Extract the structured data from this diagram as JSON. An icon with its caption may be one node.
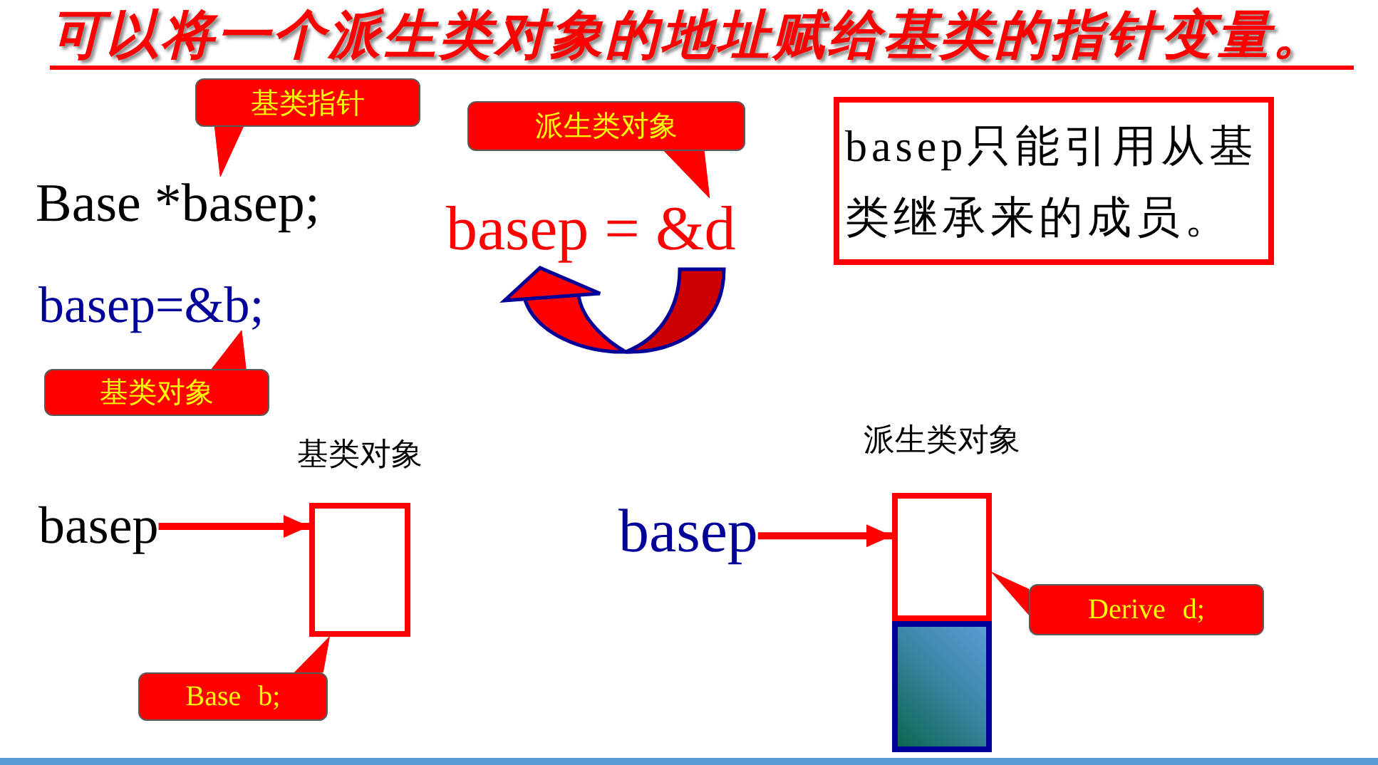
{
  "diagram": {
    "title": "可以将一个派生类对象的地址赋给基类的指针变量。",
    "nodes": [
      {
        "text": [
          "基类指针"
        ]
      },
      {
        "text": [
          "Base *basep;"
        ]
      },
      {
        "text": [
          "派生类对象"
        ]
      },
      {
        "text": [
          "basep = &d"
        ]
      },
      {
        "text": [
          "basep=&b;"
        ]
      },
      {
        "text": [
          "基类对象"
        ]
      },
      {
        "text": [
          "basep只能引用从基类继承来的成员。"
        ]
      },
      {
        "text": [
          "basep"
        ]
      },
      {
        "text": [
          "基类对象"
        ]
      },
      {
        "text": [
          "Base b;"
        ]
      },
      {
        "text": [
          "basep"
        ]
      },
      {
        "text": [
          "派生类对象"
        ]
      },
      {
        "text": [],
        "shape": "box"
      },
      {
        "text": [
          "Derive d;"
        ]
      }
    ],
    "edges": [
      {
        "from": 0,
        "to": 1,
        "arrow": "to"
      },
      {
        "from": 2,
        "to": 3,
        "arrow": "to"
      },
      {
        "from": 5,
        "to": 4,
        "arrow": "to"
      },
      {
        "from": 7,
        "to": 8,
        "arrow": "to"
      },
      {
        "from": 9,
        "to": 8,
        "arrow": "to"
      },
      {
        "from": 10,
        "to": 11,
        "arrow": "to"
      },
      {
        "from": 13,
        "to": 11,
        "arrow": "to"
      }
    ]
  }
}
